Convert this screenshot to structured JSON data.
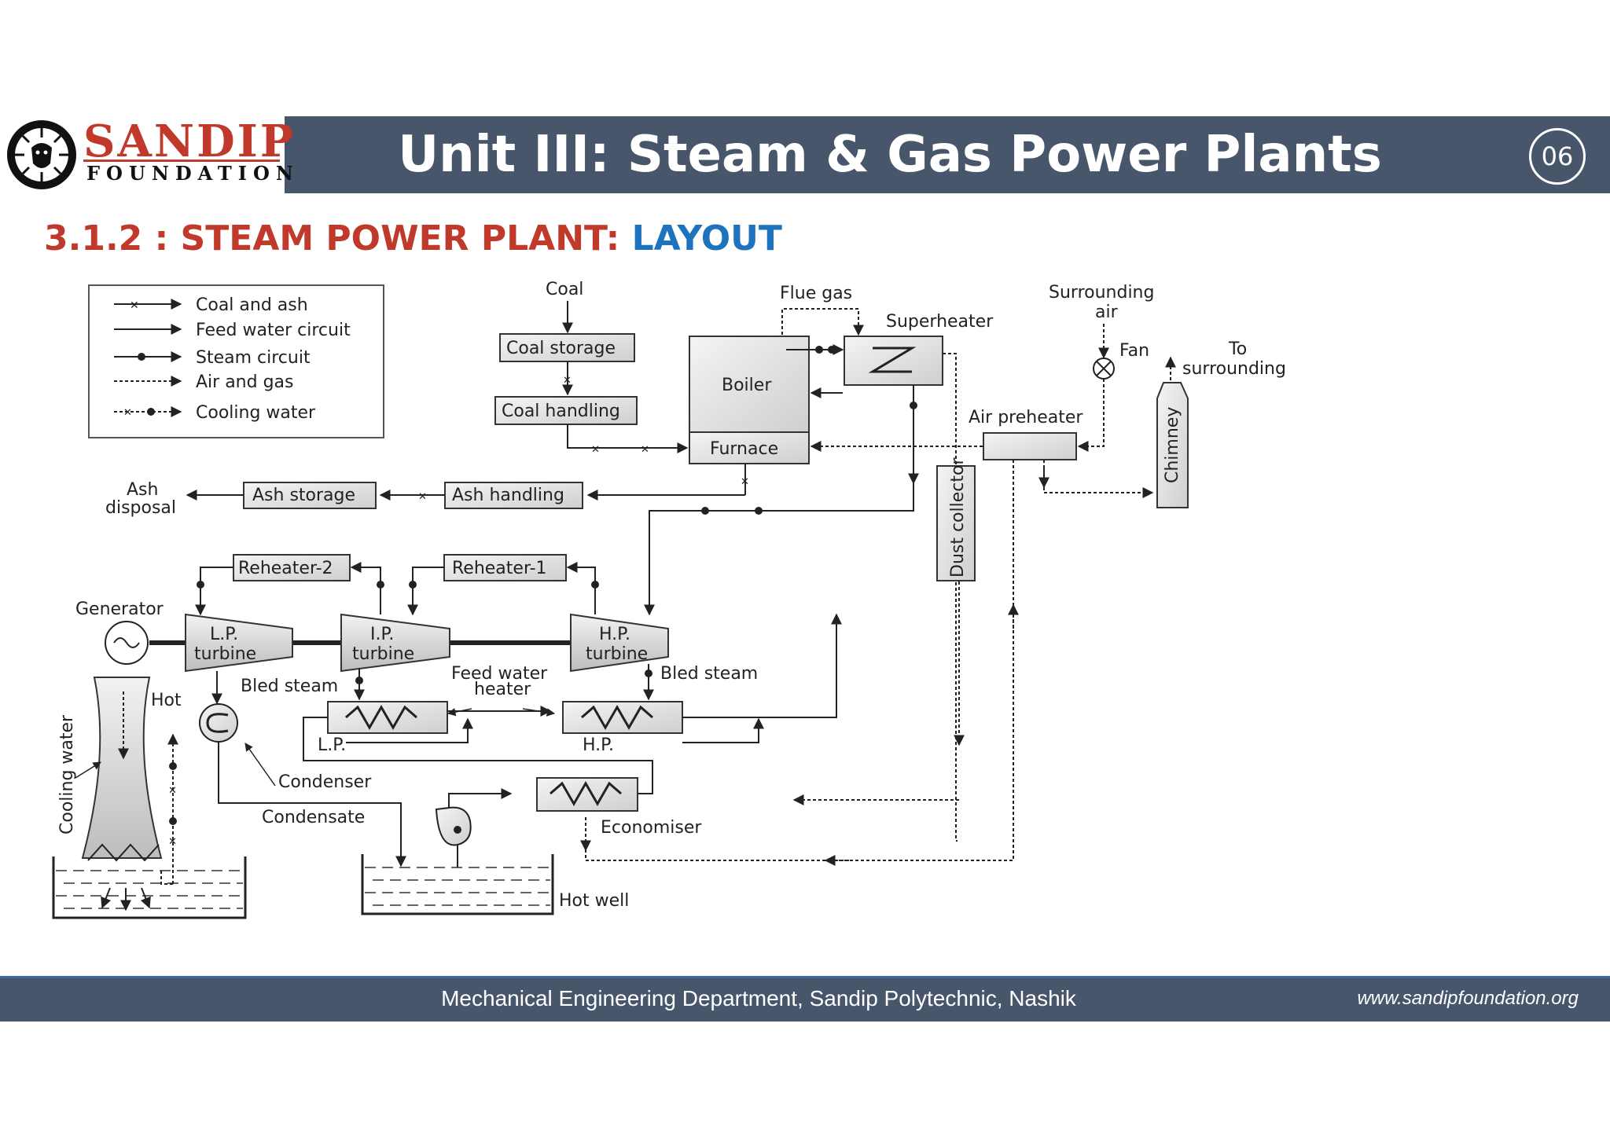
{
  "header": {
    "logo_name": "SANDIP",
    "logo_subtitle": "FOUNDATION",
    "title": "Unit III: Steam & Gas Power Plants",
    "page_number": "06"
  },
  "section": {
    "title_prefix": "3.1.2 : STEAM POWER PLANT: ",
    "title_suffix": "LAYOUT"
  },
  "legend": {
    "items": [
      "Coal and ash",
      "Feed water circuit",
      "Steam circuit",
      "Air and gas",
      "Cooling water"
    ]
  },
  "diagram": {
    "coal": "Coal",
    "coal_storage": "Coal storage",
    "coal_handling": "Coal handling",
    "flue_gas": "Flue gas",
    "boiler": "Boiler",
    "furnace": "Furnace",
    "superheater": "Superheater",
    "surrounding_air_1": "Surrounding",
    "surrounding_air_2": "air",
    "fan": "Fan",
    "to_surrounding_1": "To",
    "to_surrounding_2": "surrounding",
    "air_preheater": "Air preheater",
    "chimney": "Chimney",
    "dust_collector": "Dust collector",
    "ash_disposal_1": "Ash",
    "ash_disposal_2": "disposal",
    "ash_storage": "Ash storage",
    "ash_handling": "Ash handling",
    "reheater_2": "Reheater-2",
    "reheater_1": "Reheater-1",
    "generator": "Generator",
    "lp_turbine_1": "L.P.",
    "lp_turbine_2": "turbine",
    "ip_turbine_1": "I.P.",
    "ip_turbine_2": "turbine",
    "hp_turbine_1": "H.P.",
    "hp_turbine_2": "turbine",
    "bled_steam_left": "Bled steam",
    "bled_steam_right": "Bled steam",
    "feed_water_heater_1": "Feed water",
    "feed_water_heater_2": "heater",
    "hot": "Hot",
    "lp": "L.P.",
    "hp": "H.P.",
    "condenser": "Condenser",
    "condensate": "Condensate",
    "economiser": "Economiser",
    "cooling_water": "Cooling water",
    "hot_well": "Hot well"
  },
  "footer": {
    "department": "Mechanical Engineering Department, Sandip Polytechnic, Nashik",
    "website": "www.sandipfoundation.org"
  },
  "colors": {
    "header_band": "#47566a",
    "brand_red": "#c0392b",
    "section_blue": "#1e73be"
  }
}
